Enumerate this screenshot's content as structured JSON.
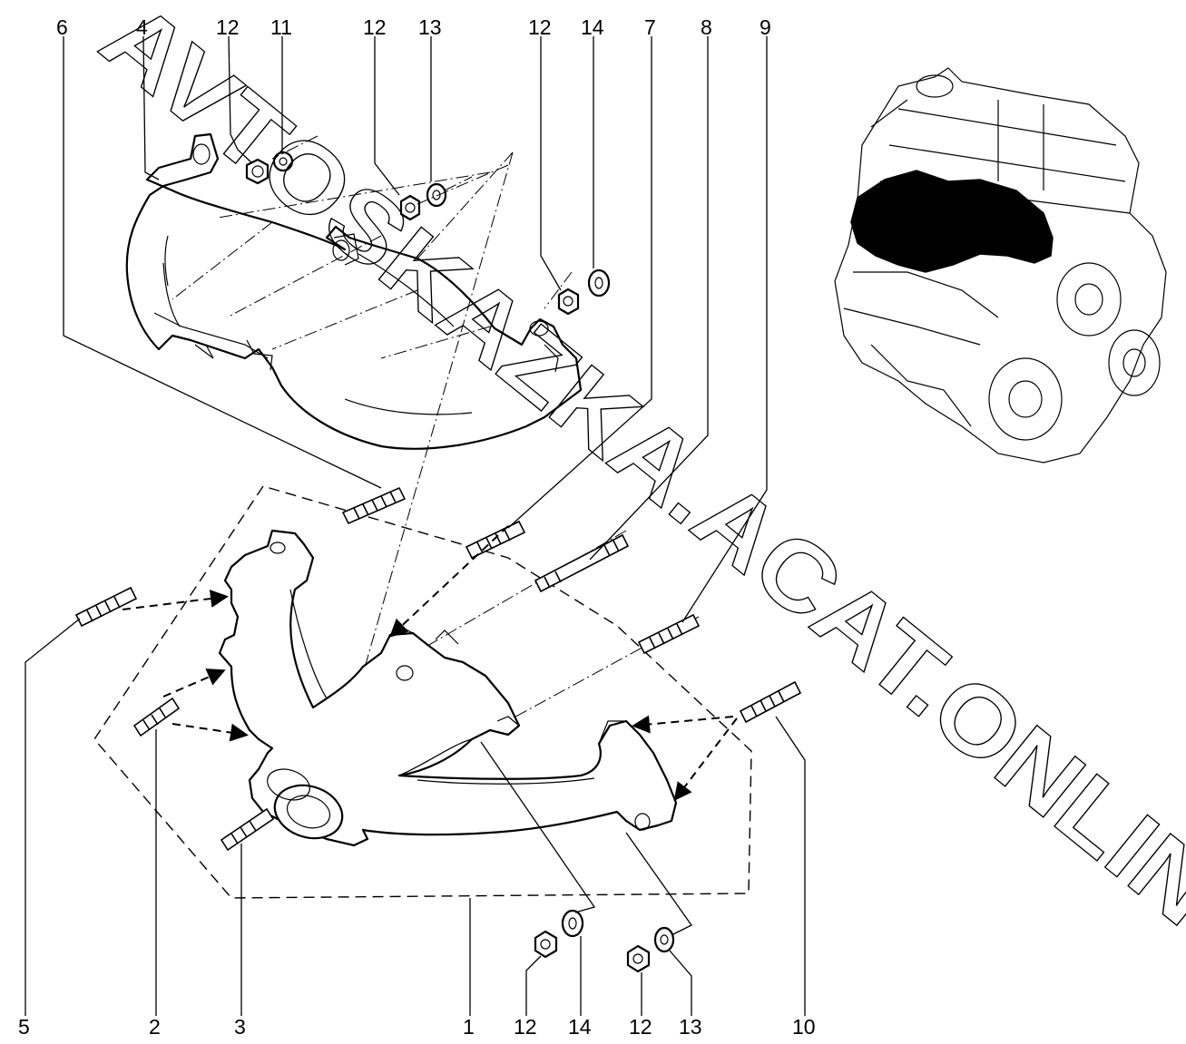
{
  "diagram": {
    "callouts": [
      {
        "id": "c6a",
        "text": "6"
      },
      {
        "id": "c4",
        "text": "4"
      },
      {
        "id": "c12a",
        "text": "12"
      },
      {
        "id": "c11",
        "text": "11"
      },
      {
        "id": "c12b",
        "text": "12"
      },
      {
        "id": "c13a",
        "text": "13"
      },
      {
        "id": "c12c",
        "text": "12"
      },
      {
        "id": "c14a",
        "text": "14"
      },
      {
        "id": "c7",
        "text": "7"
      },
      {
        "id": "c8",
        "text": "8"
      },
      {
        "id": "c9",
        "text": "9"
      },
      {
        "id": "c5",
        "text": "5"
      },
      {
        "id": "c2",
        "text": "2"
      },
      {
        "id": "c3",
        "text": "3"
      },
      {
        "id": "c1",
        "text": "1"
      },
      {
        "id": "c12d",
        "text": "12"
      },
      {
        "id": "c14b",
        "text": "14"
      },
      {
        "id": "c12e",
        "text": "12"
      },
      {
        "id": "c13b",
        "text": "13"
      },
      {
        "id": "c10",
        "text": "10"
      }
    ],
    "watermark": "AVTOSKAZKA.ACAT.ONLINE"
  }
}
